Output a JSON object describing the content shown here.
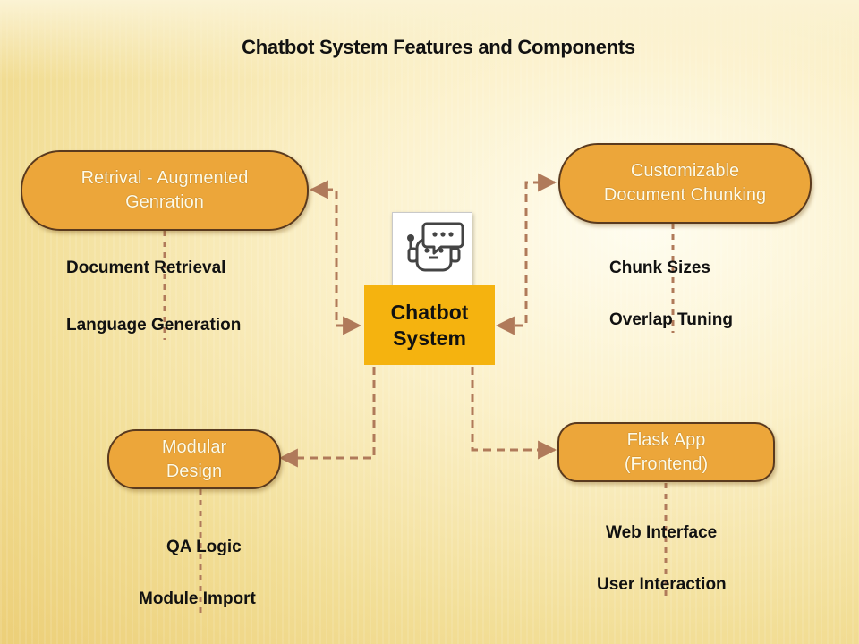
{
  "title": "Chatbot System Features and Components",
  "center": {
    "label": "Chatbot\nSystem",
    "icon": "chatbot-robot-icon"
  },
  "nodes": {
    "rag": {
      "label": "Retrival -  Augmented\nGenration",
      "items": [
        "Document Retrieval",
        "Language Generation"
      ]
    },
    "chunk": {
      "label": "Customizable\nDocument Chunking",
      "items": [
        "Chunk Sizes",
        "Overlap Tuning"
      ]
    },
    "modular": {
      "label": "Modular\nDesign",
      "items": [
        "QA Logic",
        "Module Import"
      ]
    },
    "flask": {
      "label": "Flask App\n(Frontend)",
      "items": [
        "Web Interface",
        "User Interaction"
      ]
    }
  },
  "colors": {
    "node_fill": "#eca63a",
    "node_border": "#5a3a1e",
    "center_fill": "#f5b30f",
    "connector": "#b07a5a"
  }
}
